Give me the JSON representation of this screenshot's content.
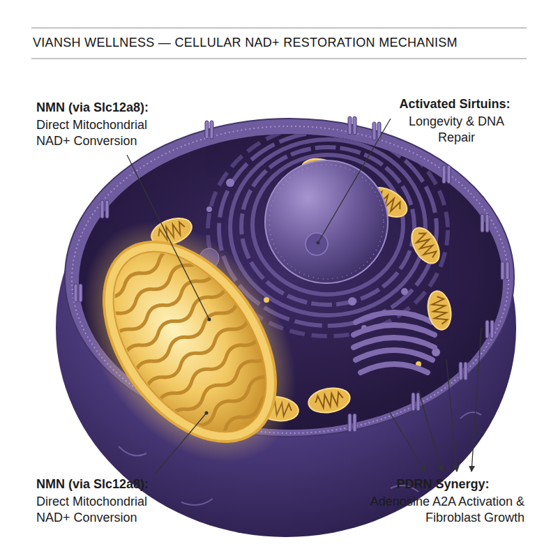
{
  "diagram": {
    "title": "VIANSH WELLNESS — CELLULAR NAD+ RESTORATION MECHANISM",
    "labels": [
      "NMN (via Slc12a8):",
      "Direct Mitochondrial NAD+ Conversion",
      "Activated Sirtuins:",
      "Longevity & DNA Repair",
      "NMN (via Slc12a8):",
      "Direct Mitochondrial NAD+ Conversion",
      "PDRN Synergy:",
      "Adenosine A2A Activation & Fibroblast Growth"
    ]
  }
}
